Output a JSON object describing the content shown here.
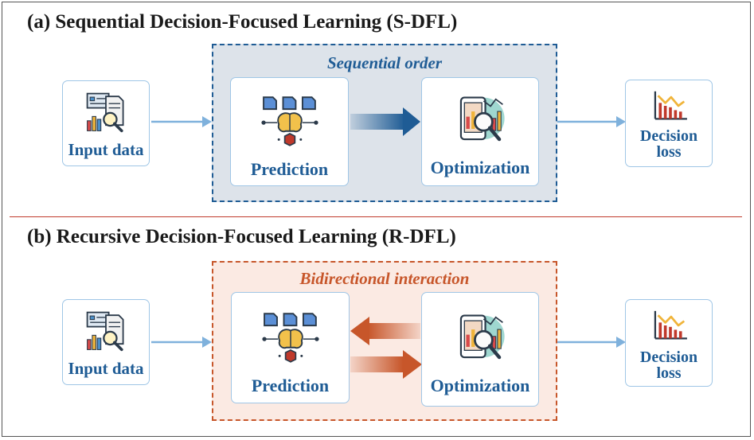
{
  "panel_a": {
    "title": "(a) Sequential Decision-Focused Learning (S-DFL)",
    "group_label": "Sequential order",
    "input_label": "Input data",
    "prediction_label": "Prediction",
    "optimization_label": "Optimization",
    "loss_label_line1": "Decision",
    "loss_label_line2": "loss"
  },
  "panel_b": {
    "title": "(b) Recursive Decision-Focused Learning (R-DFL)",
    "group_label": "Bidirectional interaction",
    "input_label": "Input data",
    "prediction_label": "Prediction",
    "optimization_label": "Optimization",
    "loss_label_line1": "Decision",
    "loss_label_line2": "loss"
  },
  "colors": {
    "blue_text": "#1f5c95",
    "seq_border": "#1f5c95",
    "seq_fill": "#dde3ea",
    "bid_border": "#c7562a",
    "bid_fill": "#fbeae3",
    "divider": "#c0392b",
    "light_arrow": "#7fb1dc"
  },
  "icons": [
    "data-report-icon",
    "neural-brain-icon",
    "data-analysis-icon",
    "declining-chart-icon"
  ]
}
